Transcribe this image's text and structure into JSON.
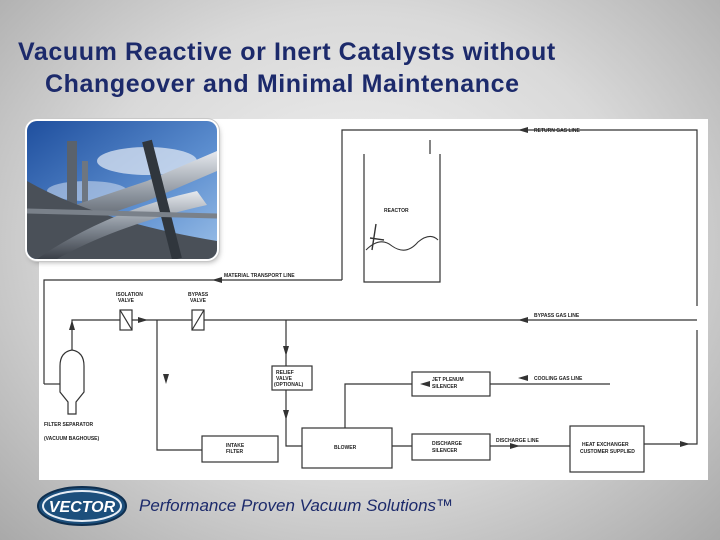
{
  "slide": {
    "title_line1": "Vacuum Reactive or Inert Catalysts without",
    "title_line2": "Changeover and Minimal Maintenance",
    "footer": "Performance Proven Vacuum Solutions™"
  },
  "logo": {
    "text": "VECTOR"
  },
  "colors": {
    "title": "#1c2a6b",
    "line": "#333333",
    "logo": "#1c4f7c"
  },
  "diagram": {
    "labels": {
      "return_gas_line": "RETURN GAS LINE",
      "reactor": "REACTOR",
      "material_transport_line": "MATERIAL TRANSPORT LINE",
      "isolation_valve_1": "ISOLATION",
      "isolation_valve_2": "VALVE",
      "bypass_valve_1": "BYPASS",
      "bypass_valve_2": "VALVE",
      "bypass_gas_line": "BYPASS GAS LINE",
      "relief_valve_1": "RELIEF",
      "relief_valve_2": "VALVE",
      "relief_valve_3": "(OPTIONAL)",
      "jet_plenum_1": "JET PLENUM",
      "jet_plenum_2": "SILENCER",
      "cooling_gas_line": "COOLING GAS LINE",
      "filter_separator_1": "FILTER SEPARATOR",
      "filter_separator_2": "(VACUUM BAGHOUSE)",
      "intake_filter_1": "INTAKE",
      "intake_filter_2": "FILTER",
      "blower": "BLOWER",
      "discharge_silencer_1": "DISCHARGE",
      "discharge_silencer_2": "SILENCER",
      "discharge_line": "DISCHARGE LINE",
      "heat_exchanger_1": "HEAT EXCHANGER",
      "heat_exchanger_2": "CUSTOMER SUPPLIED"
    }
  }
}
